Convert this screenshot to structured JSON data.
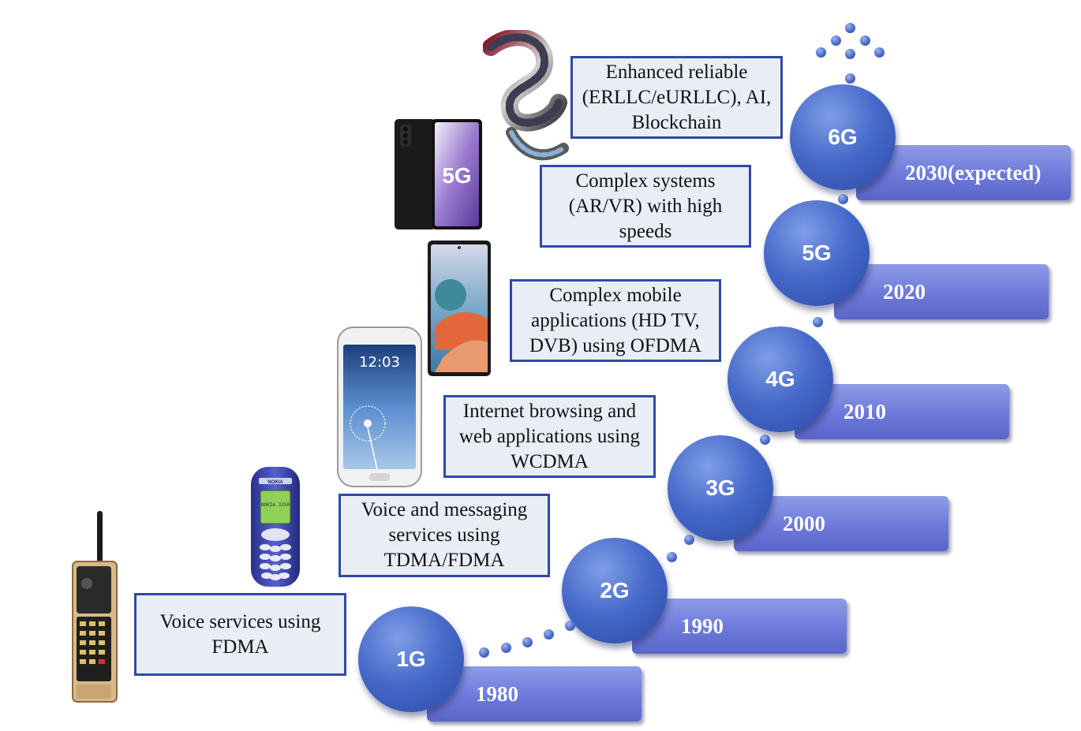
{
  "generations": [
    {
      "label": "1G",
      "year": "1980",
      "description": "Voice services using FDMA"
    },
    {
      "label": "2G",
      "year": "1990",
      "description": "Voice and messaging services using TDMA/FDMA"
    },
    {
      "label": "3G",
      "year": "2000",
      "description": "Internet browsing and web applications using WCDMA"
    },
    {
      "label": "4G",
      "year": "2010",
      "description": "Complex mobile applications (HD TV, DVB) using OFDMA"
    },
    {
      "label": "5G",
      "year": "2020",
      "description": "Complex systems (AR/VR) with high speeds"
    },
    {
      "label": "6G",
      "year": "2030(expected)",
      "description": "Enhanced reliable (ERLLC/eURLLC), AI, Blockchain"
    }
  ],
  "phones": {
    "nokia_brand": "NOKIA",
    "nokia_screen": "NOKIA 3350",
    "galaxy_time": "12:03",
    "phone_5g_logo": "5G"
  },
  "colors": {
    "box_border": "#2e49a6",
    "box_fill": "#e9eef6",
    "circle": "#3f5fc0",
    "bar": "#6d79da"
  }
}
